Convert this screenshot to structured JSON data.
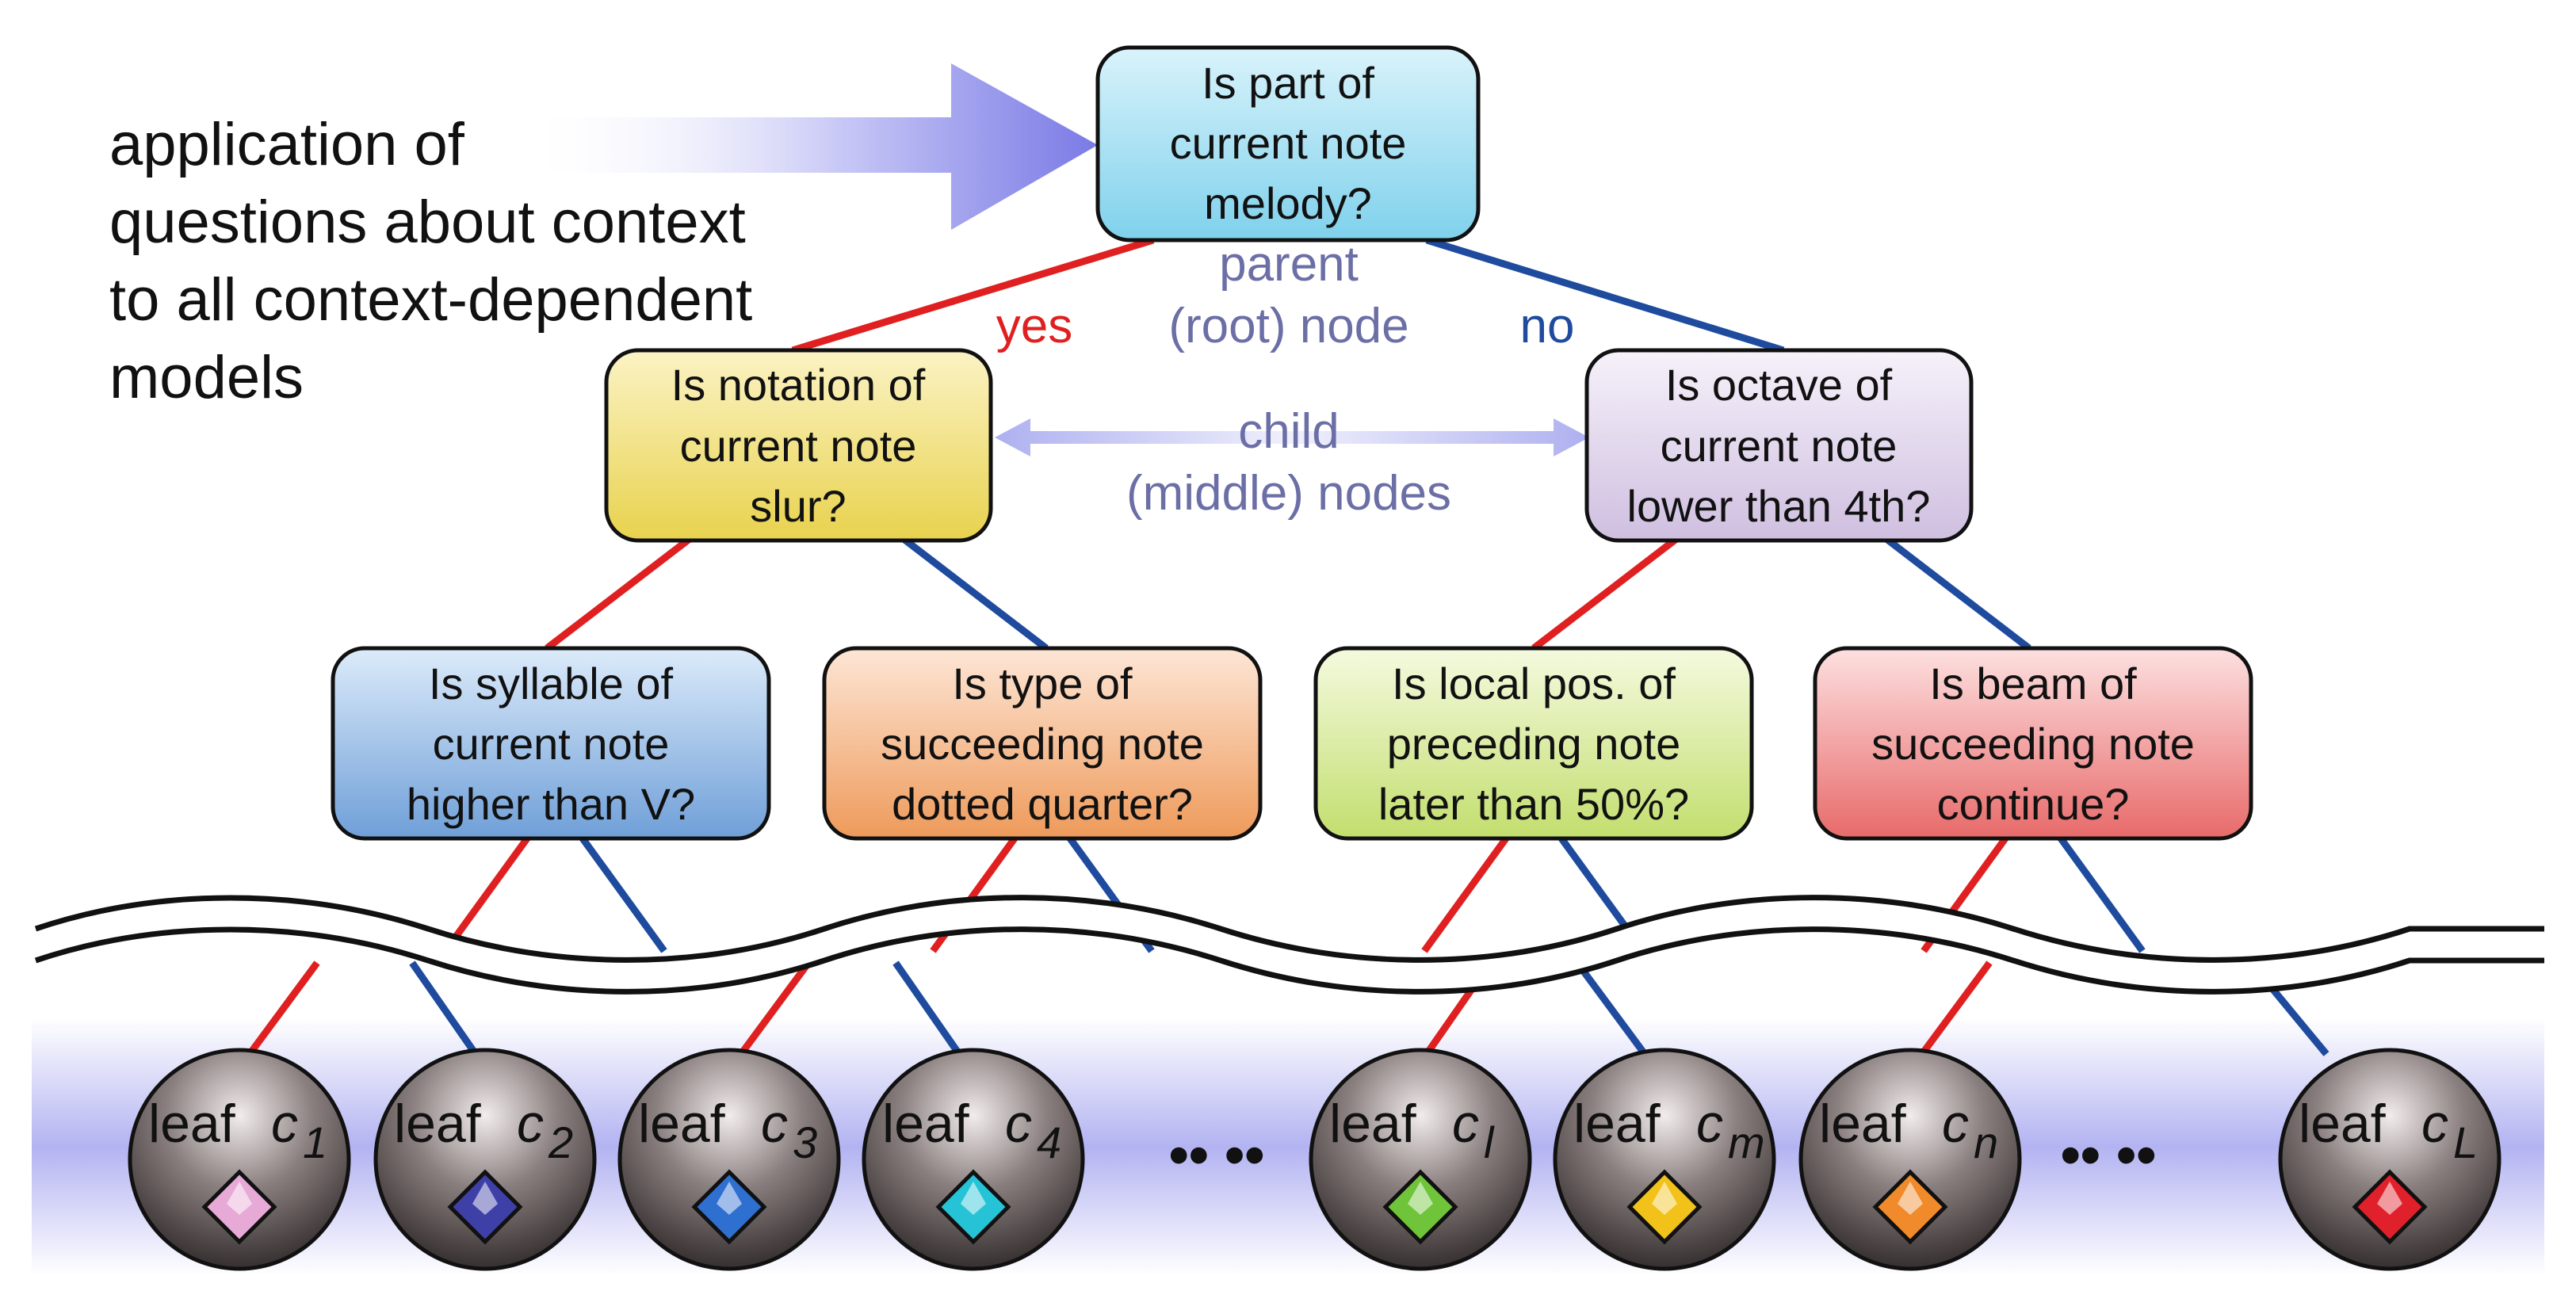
{
  "intro_text": [
    "application of",
    "questions about context",
    "to all context-dependent",
    "models"
  ],
  "root": {
    "lines": [
      "Is part of",
      "current note",
      "melody?"
    ],
    "color_top": "#d9f3fb",
    "color_bottom": "#7fd1ec"
  },
  "root_label": [
    "parent",
    "(root) node"
  ],
  "branch_labels": {
    "yes": "yes",
    "no": "no",
    "yes_color": "#e02020",
    "no_color": "#1f4b9e"
  },
  "child_label": [
    "child",
    "(middle) nodes"
  ],
  "label_color": "#6b6fa6",
  "middle": [
    {
      "lines": [
        "Is notation of",
        "current note",
        "slur?"
      ],
      "color_top": "#fbf3c4",
      "color_bottom": "#e8d24e"
    },
    {
      "lines": [
        "Is octave of",
        "current note",
        "lower than 4th?"
      ],
      "color_top": "#f6f1fa",
      "color_bottom": "#cfbfe0"
    }
  ],
  "lower": [
    {
      "lines": [
        "Is syllable of",
        "current note",
        "higher than V?"
      ],
      "color_top": "#dcebfa",
      "color_bottom": "#6f9fd8"
    },
    {
      "lines": [
        "Is type of",
        "succeeding note",
        "dotted quarter?"
      ],
      "color_top": "#fde6d6",
      "color_bottom": "#ee9a5a"
    },
    {
      "lines": [
        "Is local pos. of",
        "preceding note",
        "later than 50%?"
      ],
      "color_top": "#f4fadf",
      "color_bottom": "#c3de6e"
    },
    {
      "lines": [
        "Is beam of",
        "succeeding note",
        "continue?"
      ],
      "color_top": "#fde0e0",
      "color_bottom": "#e86a6a"
    }
  ],
  "leaves": [
    {
      "word": "leaf",
      "c": "c",
      "sub": "1",
      "diamond": "#e7a9d6"
    },
    {
      "word": "leaf",
      "c": "c",
      "sub": "2",
      "diamond": "#3f3fa8"
    },
    {
      "word": "leaf",
      "c": "c",
      "sub": "3",
      "diamond": "#2f6fd0"
    },
    {
      "word": "leaf",
      "c": "c",
      "sub": "4",
      "diamond": "#26c3d6"
    },
    {
      "word": "leaf",
      "c": "c",
      "sub": "l",
      "diamond": "#6fc43a"
    },
    {
      "word": "leaf",
      "c": "c",
      "sub": "m",
      "diamond": "#f2c21a"
    },
    {
      "word": "leaf",
      "c": "c",
      "sub": "n",
      "diamond": "#f08a2a"
    },
    {
      "word": "leaf",
      "c": "c",
      "sub": "L",
      "diamond": "#e0202a"
    }
  ],
  "ellipsis": "•• ••",
  "ellipsis2": "•• ••",
  "colors": {
    "yes_line": "#e02020",
    "no_line": "#1f4b9e",
    "arrow": "#8a8ae8",
    "leaf_band": "#b8b8f2"
  }
}
